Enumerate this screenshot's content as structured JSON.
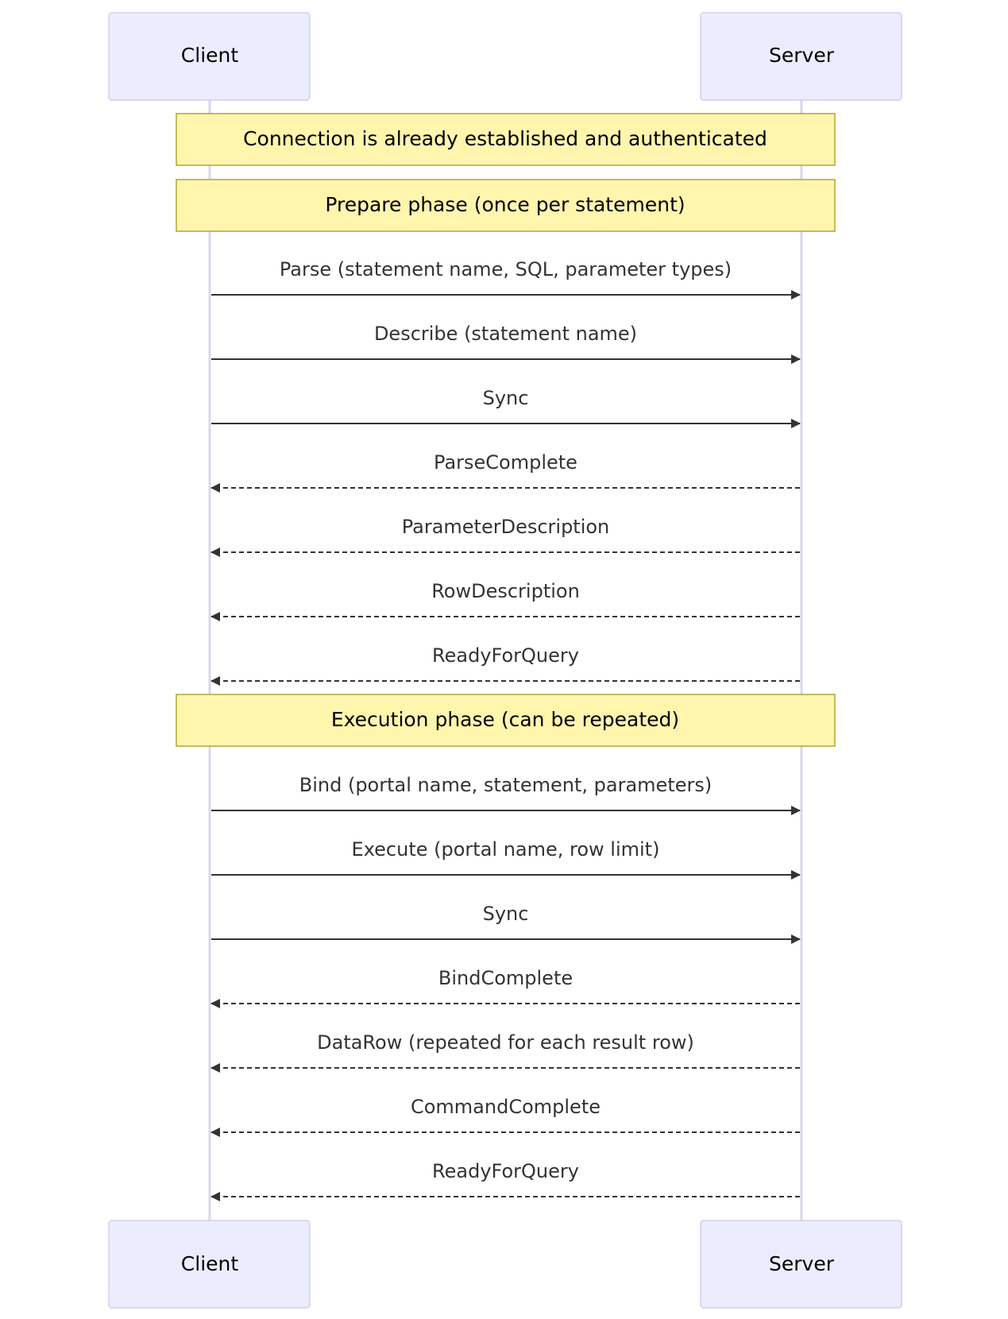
{
  "actors": {
    "client": "Client",
    "server": "Server"
  },
  "notes": [
    {
      "text": "Connection is already established and authenticated",
      "after_message": -1
    },
    {
      "text": "Prepare phase (once per statement)",
      "after_message": -1
    },
    {
      "text": "Execution phase (can be repeated)",
      "after_message": 6
    }
  ],
  "messages": [
    {
      "from": "client",
      "to": "server",
      "text": "Parse (statement name, SQL, parameter types)",
      "style": "solid"
    },
    {
      "from": "client",
      "to": "server",
      "text": "Describe (statement name)",
      "style": "solid"
    },
    {
      "from": "client",
      "to": "server",
      "text": "Sync",
      "style": "solid"
    },
    {
      "from": "server",
      "to": "client",
      "text": "ParseComplete",
      "style": "dashed"
    },
    {
      "from": "server",
      "to": "client",
      "text": "ParameterDescription",
      "style": "dashed"
    },
    {
      "from": "server",
      "to": "client",
      "text": "RowDescription",
      "style": "dashed"
    },
    {
      "from": "server",
      "to": "client",
      "text": "ReadyForQuery",
      "style": "dashed"
    },
    {
      "from": "client",
      "to": "server",
      "text": "Bind (portal name, statement, parameters)",
      "style": "solid"
    },
    {
      "from": "client",
      "to": "server",
      "text": "Execute (portal name, row limit)",
      "style": "solid"
    },
    {
      "from": "client",
      "to": "server",
      "text": "Sync",
      "style": "solid"
    },
    {
      "from": "server",
      "to": "client",
      "text": "BindComplete",
      "style": "dashed"
    },
    {
      "from": "server",
      "to": "client",
      "text": "DataRow (repeated for each result row)",
      "style": "dashed"
    },
    {
      "from": "server",
      "to": "client",
      "text": "CommandComplete",
      "style": "dashed"
    },
    {
      "from": "server",
      "to": "client",
      "text": "ReadyForQuery",
      "style": "dashed"
    }
  ],
  "colors": {
    "actor_fill": "#ececff",
    "actor_stroke": "#d3cdf0",
    "lifeline": "#ddd3ee",
    "note_fill": "#fff5ad",
    "note_stroke": "#aaaa33",
    "message": "#333333"
  }
}
